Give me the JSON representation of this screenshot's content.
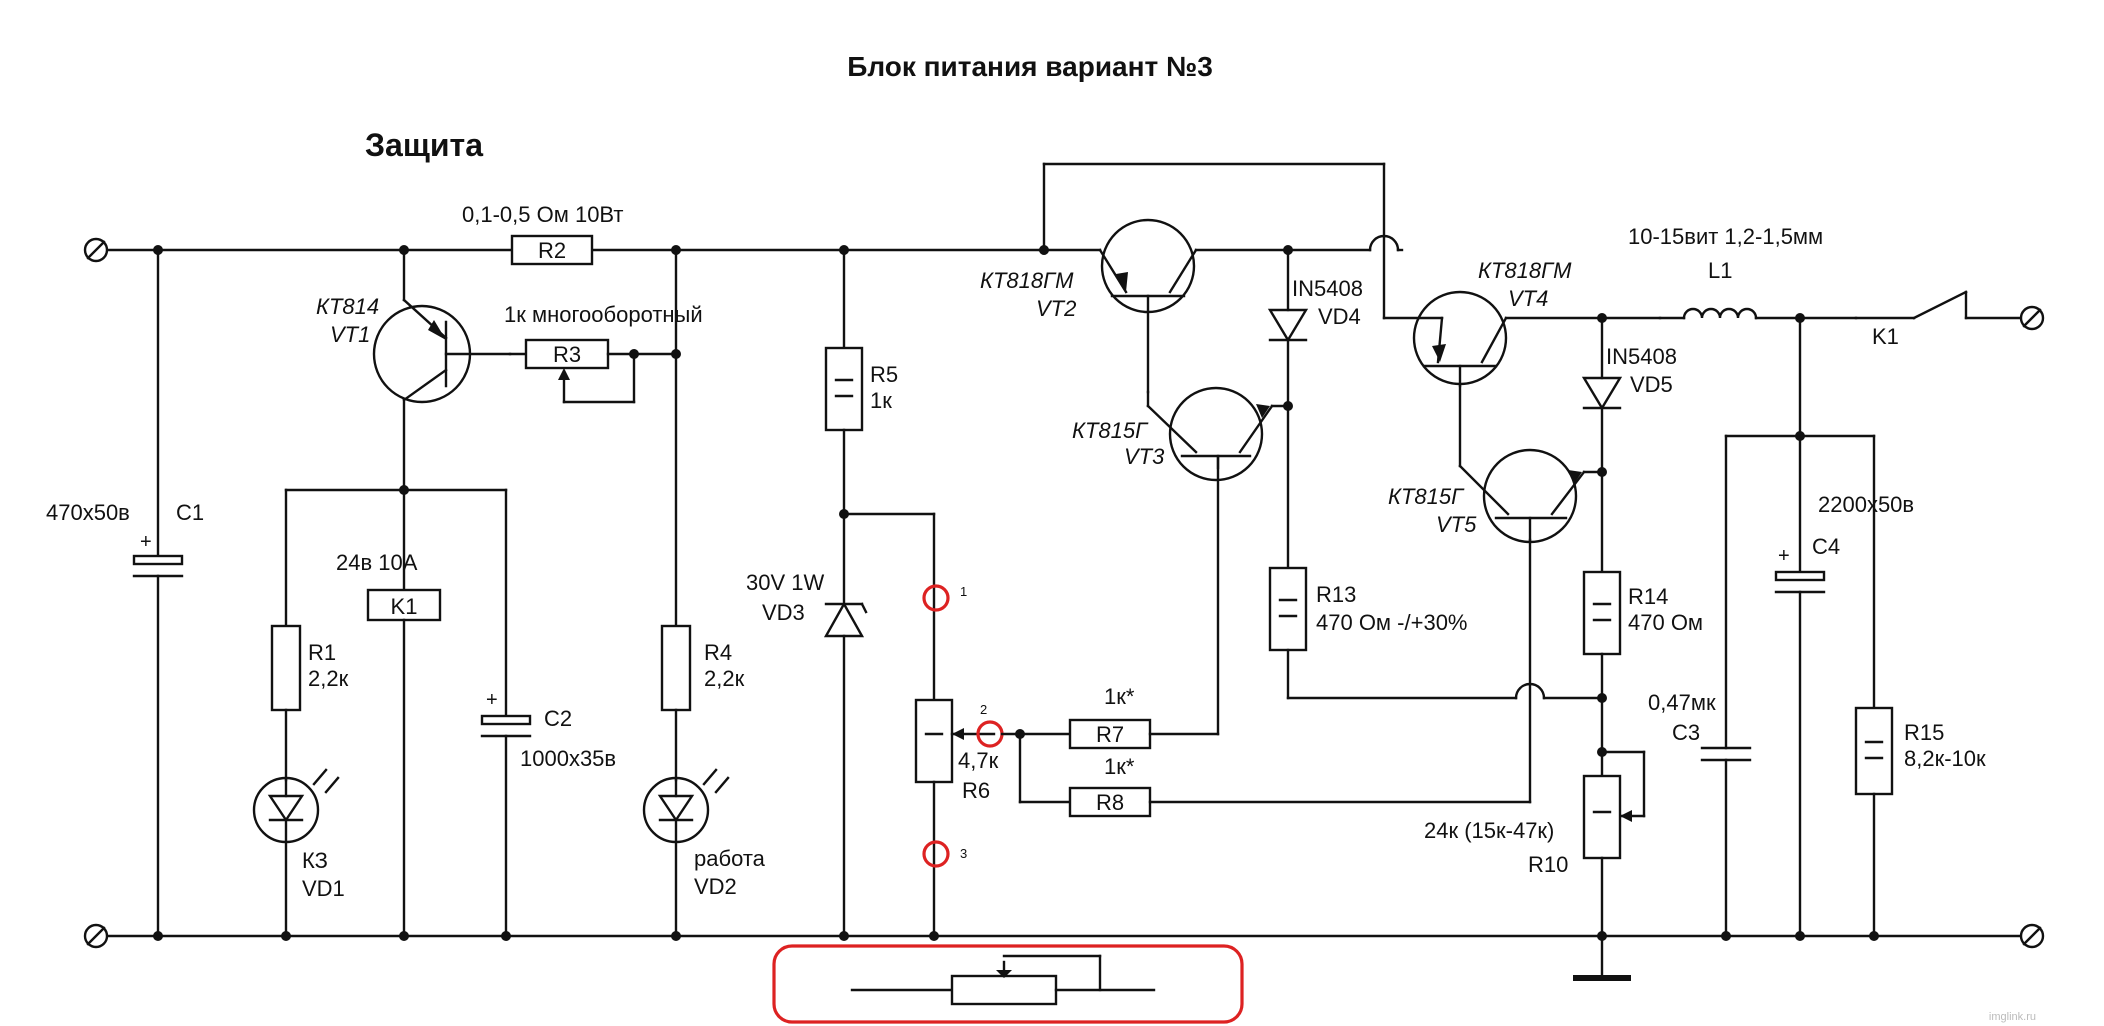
{
  "title": "Блок питания вариант №3",
  "section_title": "Защита",
  "watermark": "imglink.ru",
  "labels": {
    "r2_value": "0,1-0,5 Ом 10Вт",
    "r2": "R2",
    "vt1_type": "КТ814",
    "vt1": "VT1",
    "r3_value": "1к многооборотный",
    "r3": "R3",
    "c1_value": "470х50в",
    "c1": "C1",
    "k1_value": "24в 10А",
    "k1": "K1",
    "r1": "R1",
    "r1_value": "2,2к",
    "c2": "C2",
    "c2_value": "1000х35в",
    "r4": "R4",
    "r4_value": "2,2к",
    "vd1_name": "КЗ",
    "vd1": "VD1",
    "vd2_name": "работа",
    "vd2": "VD2",
    "r5": "R5",
    "r5_value": "1к",
    "vd3_value": "30V 1W",
    "vd3": "VD3",
    "r6_value": "4,7к",
    "r6": "R6",
    "r7_value": "1к*",
    "r7": "R7",
    "r8_value": "1к*",
    "r8": "R8",
    "vt2_type": "КТ818ГМ",
    "vt2": "VT2",
    "vd4_type": "IN5408",
    "vd4": "VD4",
    "vt3_type": "КТ815Г",
    "vt3": "VT3",
    "r13": "R13",
    "r13_value": "470 Ом -/+30%",
    "vt4_type": "КТ818ГМ",
    "vt4": "VT4",
    "vd5_type": "IN5408",
    "vd5": "VD5",
    "vt5_type": "КТ815Г",
    "vt5": "VT5",
    "r14": "R14",
    "r14_value": "470 Ом",
    "r10_value": "24к (15к-47к)",
    "r10": "R10",
    "l1_value": "10-15вит 1,2-1,5мм",
    "l1": "L1",
    "k1_contact": "K1",
    "c3_value": "0,47мк",
    "c3": "C3",
    "c4_value": "2200х50в",
    "c4": "C4",
    "r15": "R15",
    "r15_value": "8,2к-10к",
    "pin1": "1",
    "pin2": "2",
    "pin3": "3"
  },
  "colors": {
    "wire": "#111111",
    "highlight": "#dd2222"
  }
}
